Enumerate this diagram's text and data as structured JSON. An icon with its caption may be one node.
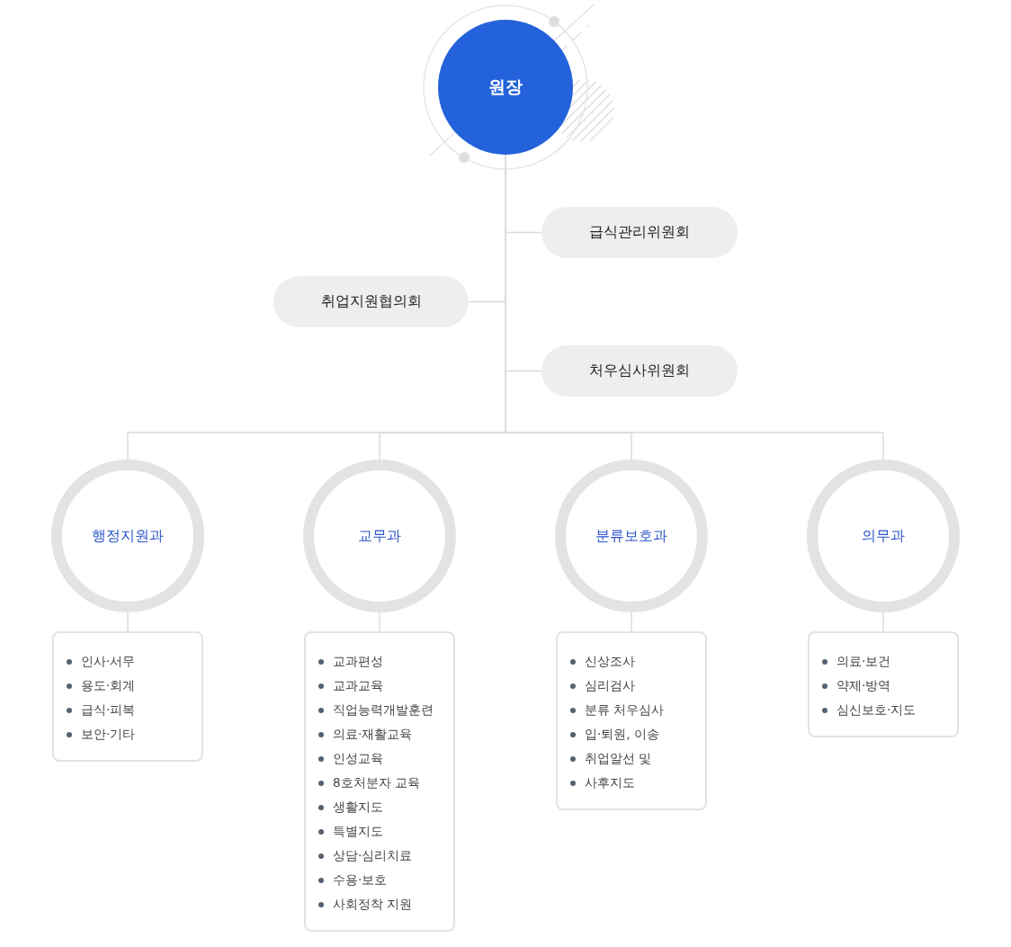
{
  "diagram": {
    "nodes": [
      {
        "text": [
          "원장"
        ]
      },
      {
        "text": [
          "급식관리위원회"
        ]
      },
      {
        "text": [
          "취업지원협의회"
        ]
      },
      {
        "text": [
          "처우심사위원회"
        ]
      },
      {
        "text": [
          "행정지원과"
        ]
      },
      {
        "text": [
          "교무과"
        ]
      },
      {
        "text": [
          "분류보호과"
        ]
      },
      {
        "text": [
          "의무과"
        ]
      },
      {
        "text": [
          "인사·서무",
          "용도·회계",
          "급식·피복",
          "보안·기타"
        ]
      },
      {
        "text": [
          "교과편성",
          "교과교육",
          "직업능력개발훈련",
          "의료·재활교육",
          "인성교육",
          "8호처분자 교육",
          "생활지도",
          "특별지도",
          "상담·심리치료",
          "수용·보호",
          "사회정착 지원"
        ]
      },
      {
        "text": [
          "신상조사",
          "심리검사",
          "분류 처우심사",
          "입·퇴원, 이송",
          "취업알선 및",
          "사후지도"
        ]
      },
      {
        "text": [
          "의료·보건",
          "약제·방역",
          "심신보호·지도"
        ]
      }
    ],
    "edges": [
      {
        "from": 0,
        "to": 1,
        "arrow": "none"
      },
      {
        "from": 0,
        "to": 2,
        "arrow": "none"
      },
      {
        "from": 0,
        "to": 3,
        "arrow": "none"
      },
      {
        "from": 0,
        "to": 4,
        "arrow": "none"
      },
      {
        "from": 0,
        "to": 5,
        "arrow": "none"
      },
      {
        "from": 0,
        "to": 6,
        "arrow": "none"
      },
      {
        "from": 0,
        "to": 7,
        "arrow": "none"
      },
      {
        "from": 4,
        "to": 8,
        "arrow": "none"
      },
      {
        "from": 5,
        "to": 9,
        "arrow": "none"
      },
      {
        "from": 6,
        "to": 10,
        "arrow": "none"
      },
      {
        "from": 7,
        "to": 11,
        "arrow": "none"
      }
    ]
  }
}
